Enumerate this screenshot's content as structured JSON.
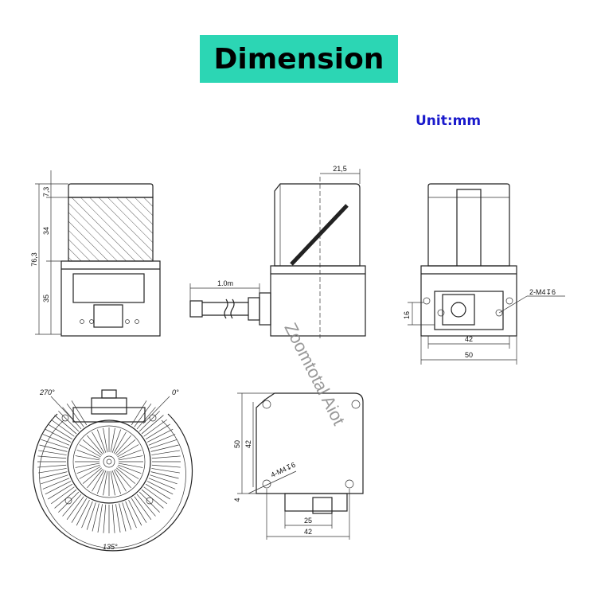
{
  "title": "Dimension",
  "unit": "Unit:mm",
  "watermark": "Zoomtotal Aiot",
  "front": {
    "h1": "7,3",
    "h2": "34",
    "h3": "35",
    "total": "76,3"
  },
  "side": {
    "top": "21,5",
    "cable": "1.0m"
  },
  "back": {
    "height": "16",
    "inner": "42",
    "outer": "50",
    "screw": "2-M4↧6"
  },
  "top_view": {
    "a1": "270°",
    "a2": "0°",
    "a3": "135°"
  },
  "bottom": {
    "v1": "50",
    "v2": "42",
    "v3": "4",
    "screw": "4-M4↧6",
    "h1": "25",
    "h2": "42"
  }
}
